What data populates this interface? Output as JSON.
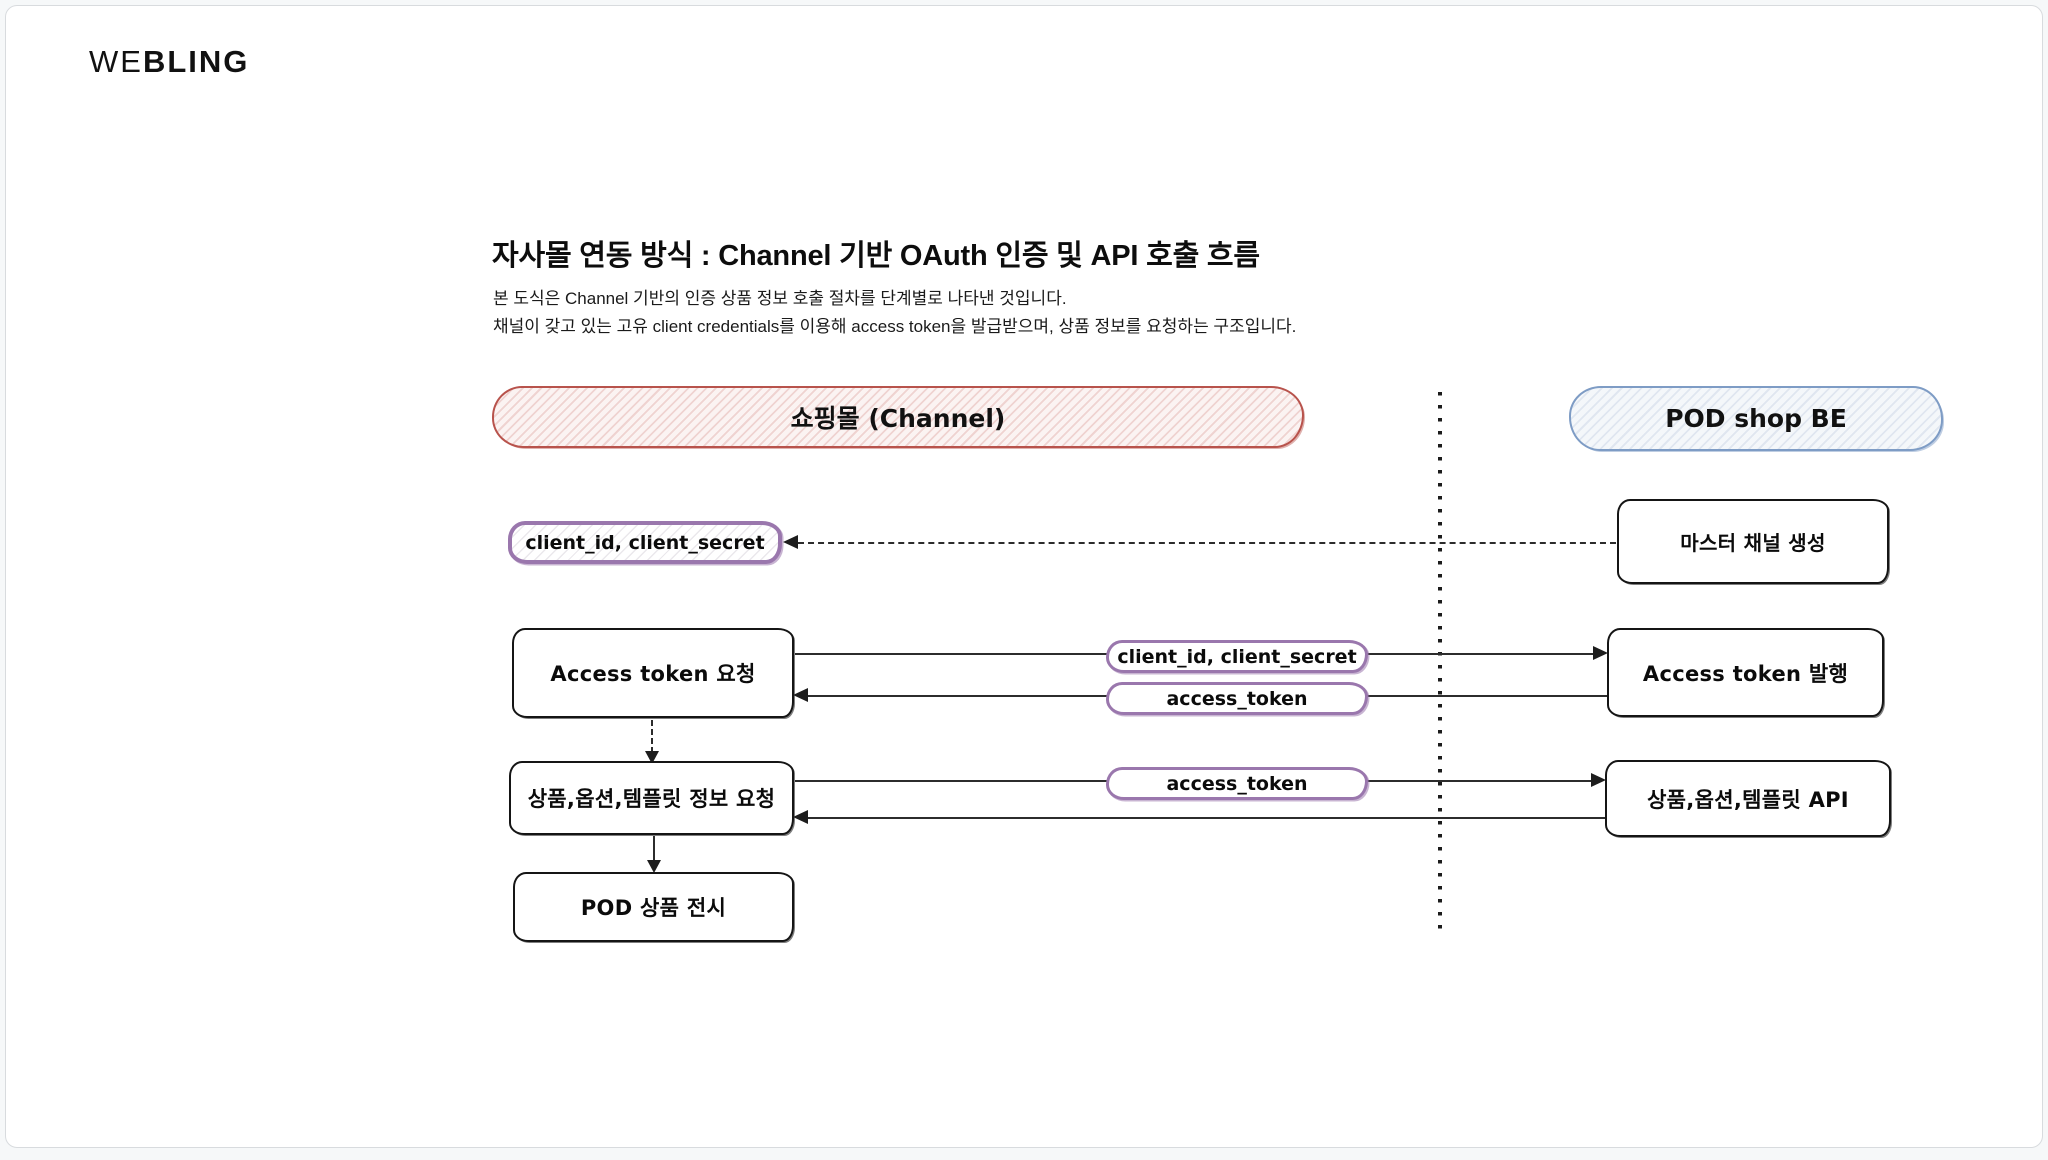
{
  "brand": {
    "prefix": "WE",
    "suffix": "BLING"
  },
  "header": {
    "title": "자사몰 연동 방식 : Channel 기반 OAuth 인증 및 API 호출 흐름",
    "description_lines": [
      "본 도식은 Channel 기반의 인증 상품 정보 호출 절차를 단계별로 나타낸 것입니다.",
      "채널이 갖고 있는 고유 client credentials를 이용해 access token을 발급받으며, 상품 정보를 요청하는 구조입니다."
    ]
  },
  "diagram": {
    "lanes": [
      {
        "id": "channel",
        "label": "쇼핑몰 (Channel)",
        "border_color": "#b8534c",
        "fill_color": "#fbf3f2"
      },
      {
        "id": "pod_shop_be",
        "label": "POD shop BE",
        "border_color": "#7e9cc5",
        "fill_color": "#f4f7fa"
      }
    ],
    "nodes": {
      "credentials_pill": {
        "label": "client_id, client_secret",
        "border_color": "#9a77ad"
      },
      "master_channel": {
        "label": "마스터 채널 생성"
      },
      "access_token_request": {
        "label": "Access token 요청"
      },
      "access_token_issue": {
        "label": "Access token 발행"
      },
      "product_info_request": {
        "label": "상품,옵션,템플릿 정보 요청"
      },
      "product_api": {
        "label": "상품,옵션,템플릿 API"
      },
      "pod_display": {
        "label": "POD 상품 전시"
      }
    },
    "edges": [
      {
        "from": "master_channel",
        "to": "credentials_pill",
        "style": "dashed",
        "direction": "left",
        "label": ""
      },
      {
        "from": "access_token_request",
        "to": "access_token_issue",
        "style": "solid",
        "direction": "right",
        "label": "client_id, client_secret"
      },
      {
        "from": "access_token_issue",
        "to": "access_token_request",
        "style": "solid",
        "direction": "left",
        "label": "access_token"
      },
      {
        "from": "access_token_request",
        "to": "product_info_request",
        "style": "dashed",
        "direction": "down",
        "label": ""
      },
      {
        "from": "product_info_request",
        "to": "product_api",
        "style": "solid",
        "direction": "right",
        "label": "access_token"
      },
      {
        "from": "product_api",
        "to": "product_info_request",
        "style": "solid",
        "direction": "left",
        "label": ""
      },
      {
        "from": "product_info_request",
        "to": "pod_display",
        "style": "solid",
        "direction": "down",
        "label": ""
      }
    ],
    "colors": {
      "line": "#2c2c2c",
      "pill_border": "#9a77ad",
      "channel_border": "#b8534c",
      "pod_border": "#7e9cc5",
      "card_border": "#d8dbde"
    }
  }
}
